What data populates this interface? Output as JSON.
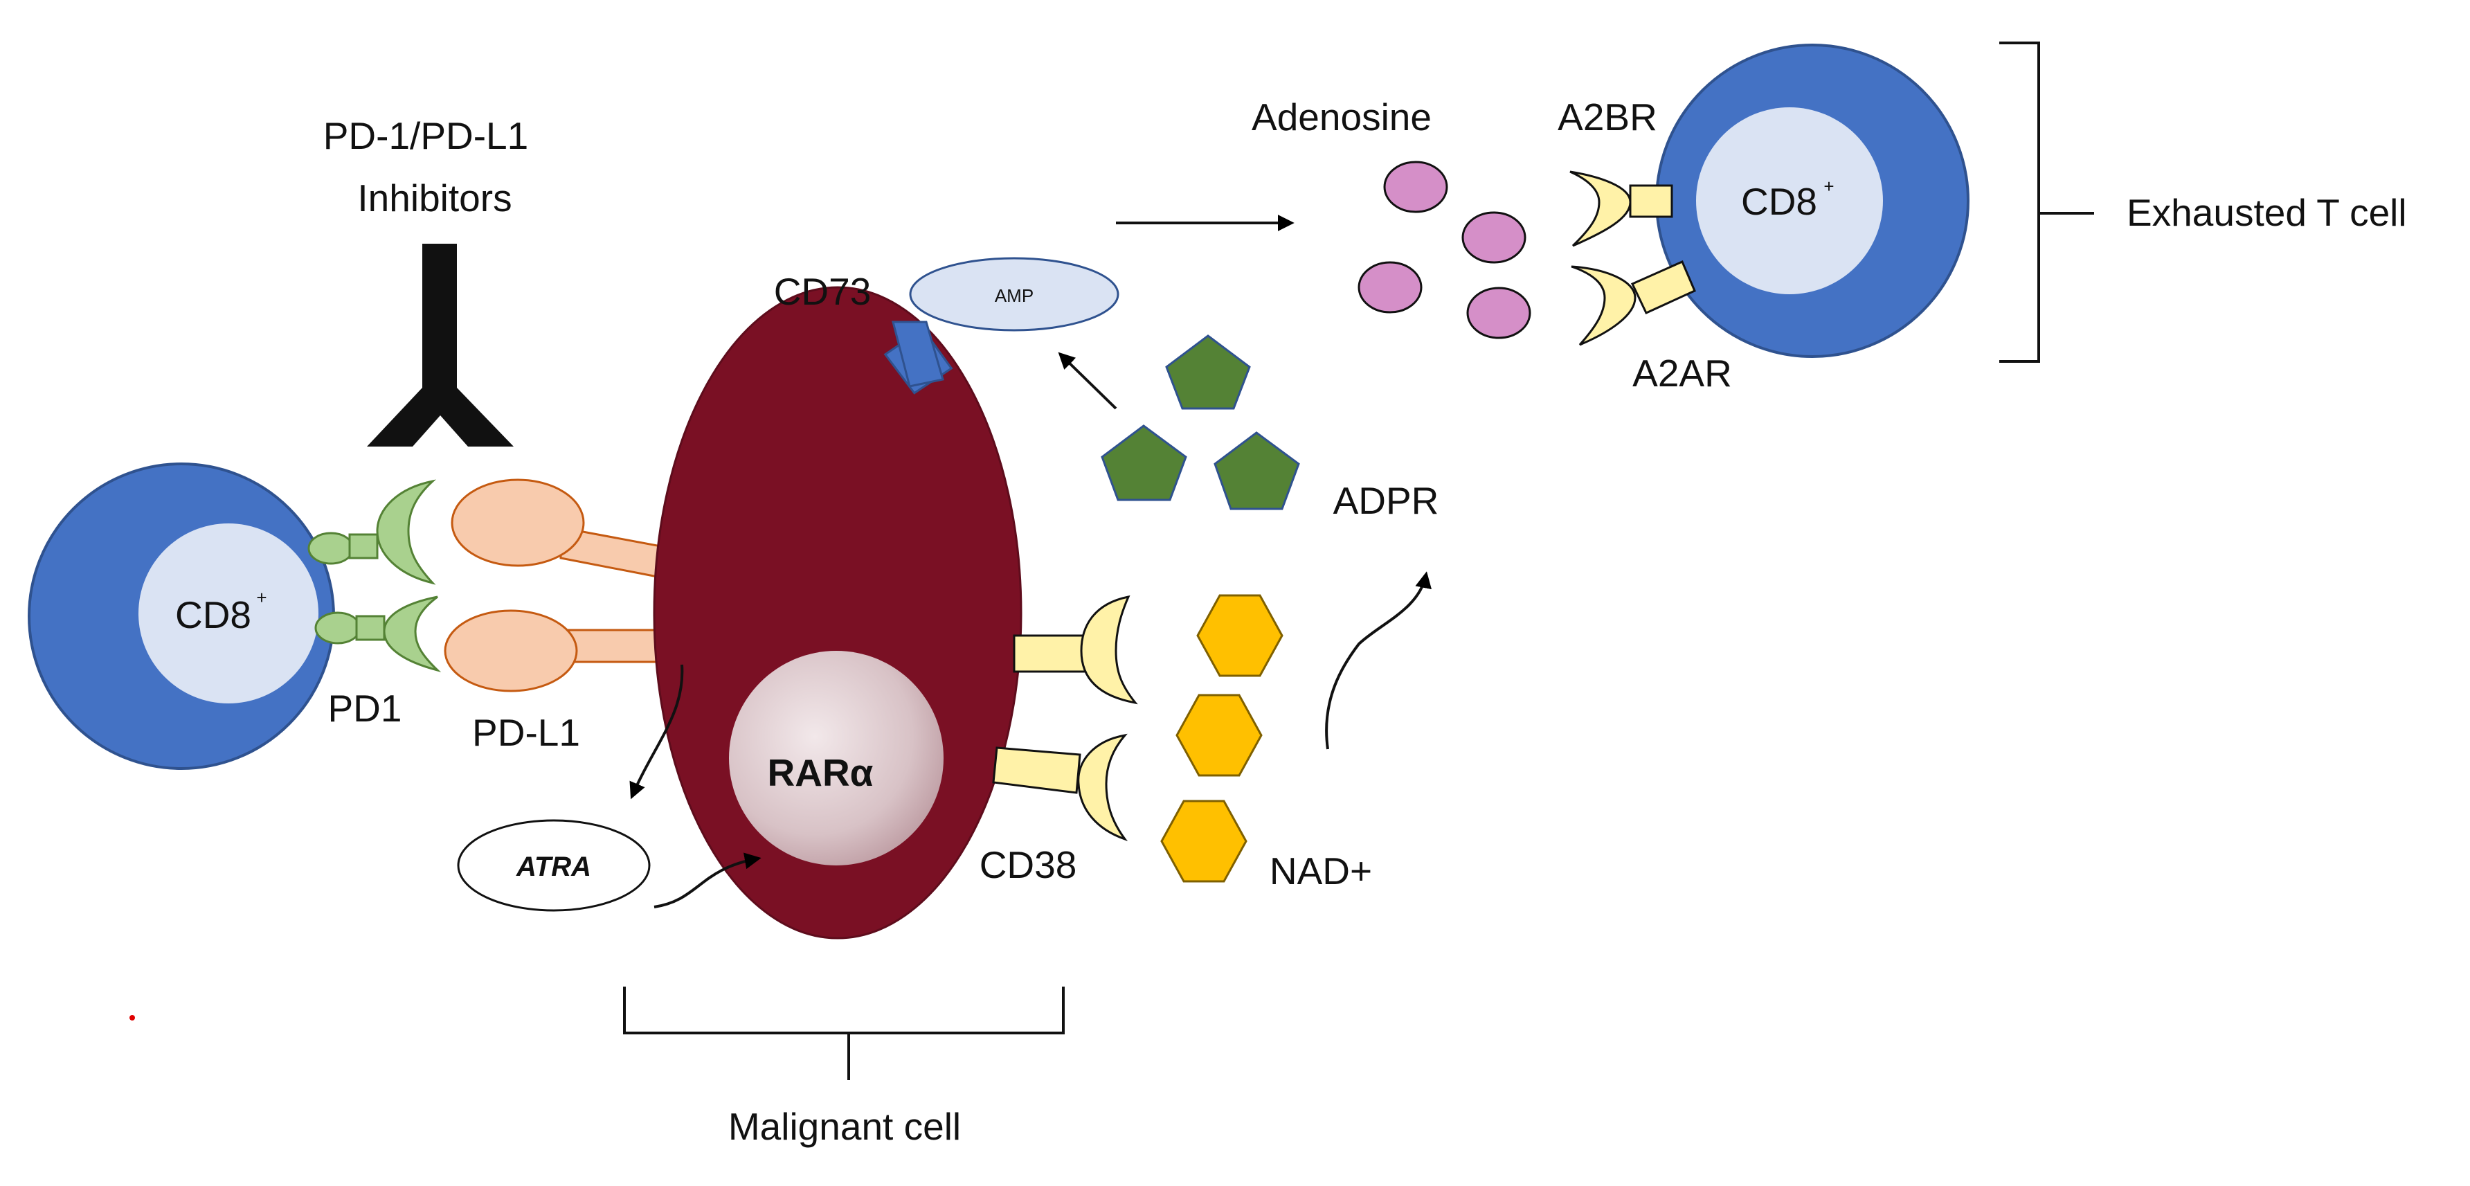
{
  "labels": {
    "inhibitors_line1": "PD-1/PD-L1",
    "inhibitors_line2": "Inhibitors",
    "cd8_left": "CD8",
    "cd8_right": "CD8",
    "cd8_superscript": "+",
    "pd1": "PD1",
    "pdl1": "PD-L1",
    "cd73": "CD73",
    "amp": "AMP",
    "rar": "RARα",
    "atra": "ATRA",
    "cd38": "CD38",
    "nad": "NAD+",
    "adpr": "ADPR",
    "adenosine": "Adenosine",
    "a2br": "A2BR",
    "a2ar": "A2AR",
    "exhausted": "Exhausted T cell",
    "malignant": "Malignant cell"
  },
  "colors": {
    "t_cell_outer": "#4472C4",
    "t_cell_inner": "#DAE3F3",
    "malignant_cell": "#7A1024",
    "pd1_receptor": "#A9D18E",
    "pdl1_ligand": "#F8CBAD",
    "cd38_receptor": "#FFF2A8",
    "nad_hexagon": "#FFC000",
    "adpr_pentagon": "#548235",
    "adenosine_dot": "#D58FC8",
    "amp_oval": "#DAE3F3",
    "cd73_stalk": "#4472C4",
    "antibody": "#111111"
  }
}
